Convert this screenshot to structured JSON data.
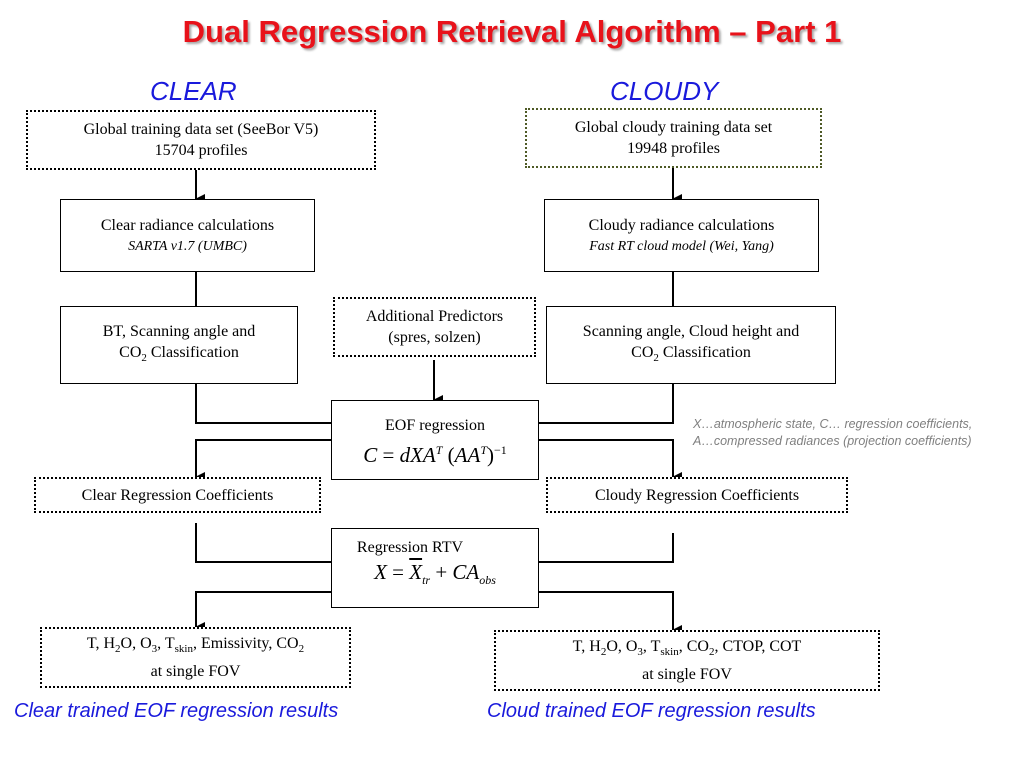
{
  "title": "Dual Regression Retrieval Algorithm – Part 1",
  "columns": {
    "clear": "CLEAR",
    "cloudy": "CLOUDY"
  },
  "clear": {
    "training_line1": "Global training data set (SeeBor V5)",
    "training_line2": "15704 profiles",
    "radiance_line1": "Clear radiance calculations",
    "radiance_line2": "SARTA v1.7 (UMBC)",
    "classification_line1": "BT, Scanning angle and",
    "classification_co": "CO",
    "classification_co_sub": "2",
    "classification_tail": " Classification",
    "coefficients": "Clear Regression Coefficients",
    "results_parts": [
      "T, H",
      "2",
      "O, O",
      "3",
      ", T",
      "skin",
      ", Emissivity, CO",
      "2"
    ],
    "results_line2": "at single FOV",
    "caption": "Clear trained EOF regression results"
  },
  "cloudy": {
    "training_line1": "Global cloudy training data set",
    "training_line2": "19948 profiles",
    "radiance_line1": "Cloudy radiance calculations",
    "radiance_line2": "Fast RT cloud model (Wei, Yang)",
    "classification_line1": "Scanning angle, Cloud height and",
    "classification_co": "CO",
    "classification_co_sub": "2",
    "classification_tail": " Classification",
    "coefficients": "Cloudy Regression Coefficients",
    "results_parts": [
      "T, H",
      "2",
      "O, O",
      "3",
      ", T",
      "skin",
      ", CO",
      "2",
      ", CTOP, COT"
    ],
    "results_line2": "at single FOV",
    "caption": "Cloud trained EOF regression results"
  },
  "center": {
    "predictors_line1": "Additional Predictors",
    "predictors_line2": "(spres, solzen)",
    "eof_label": "EOF regression",
    "eof_equation": {
      "lhs": "C",
      "eq": " = ",
      "body": "dXA",
      "sup1": "T",
      "paren_open": " (",
      "mid": "AA",
      "sup2": "T",
      "paren_close": ")",
      "sup3": "−1"
    },
    "rtv_label": "Regression RTV",
    "rtv_equation": {
      "lhs": "X",
      "eq": " = ",
      "xbar": "X",
      "sub1": "tr",
      "plus": " + ",
      "body": "CA",
      "sub2": "obs"
    }
  },
  "note": {
    "line1": "X…atmospheric state, C… regression coefficients,",
    "line2": "A…compressed radiances (projection coefficients)"
  }
}
